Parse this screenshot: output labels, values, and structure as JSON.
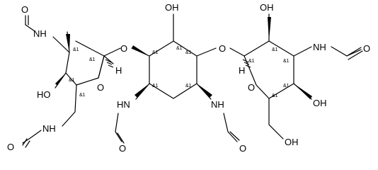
{
  "molecule": {
    "atom_labels": {
      "nh_left_top": "NH",
      "o_aldehyde_top_left": "O",
      "o_link_left": "O",
      "h_left": "H",
      "ho_left_ring": "HO",
      "o_left_ring": "O",
      "nh_left_bottom": "NH",
      "o_aldehyde_bottom_left": "O",
      "oh_center_top": "OH",
      "o_link_right": "O",
      "h_right": "H",
      "oh_right_top": "OH",
      "nh_right_ring": "NH",
      "o_aldehyde_right": "O",
      "o_right_ring": "O",
      "oh_right_ring": "OH",
      "oh_right_bottom": "OH",
      "nh_center_left": "HN",
      "nh_center_right": "NH",
      "o_aldehyde_center_left": "O",
      "o_aldehyde_center_right": "O"
    },
    "stereo_label": "&1"
  }
}
